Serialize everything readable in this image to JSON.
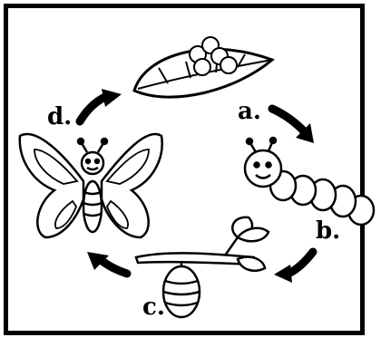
{
  "labels": {
    "a": "a.",
    "b": "b.",
    "c": "c.",
    "d": "d."
  },
  "colors": {
    "ink": "#000000",
    "paper": "#ffffff"
  }
}
